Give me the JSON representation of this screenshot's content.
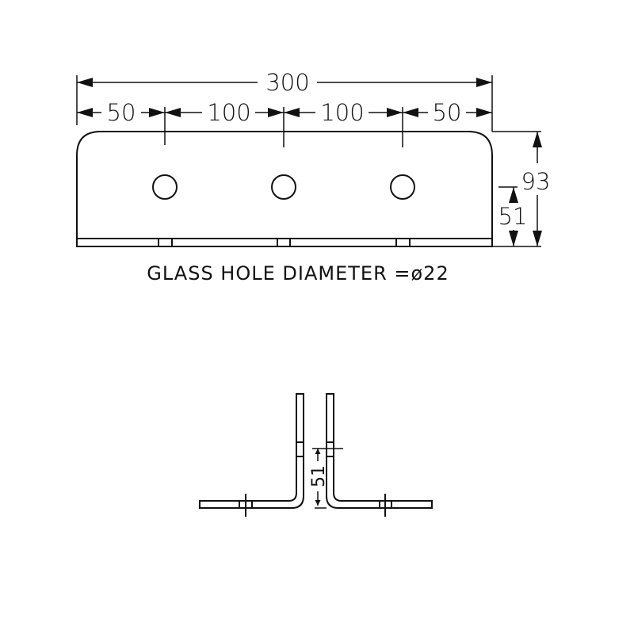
{
  "front_view": {
    "overall_width": "300",
    "segments": [
      "50",
      "100",
      "100",
      "50"
    ],
    "overall_height": "93",
    "hole_height": "51",
    "holes": 3,
    "note": "GLASS HOLE DIAMETER =ø22"
  },
  "side_view": {
    "hole_height": "51"
  },
  "colors": {
    "line": "#111111",
    "background": "#ffffff"
  }
}
